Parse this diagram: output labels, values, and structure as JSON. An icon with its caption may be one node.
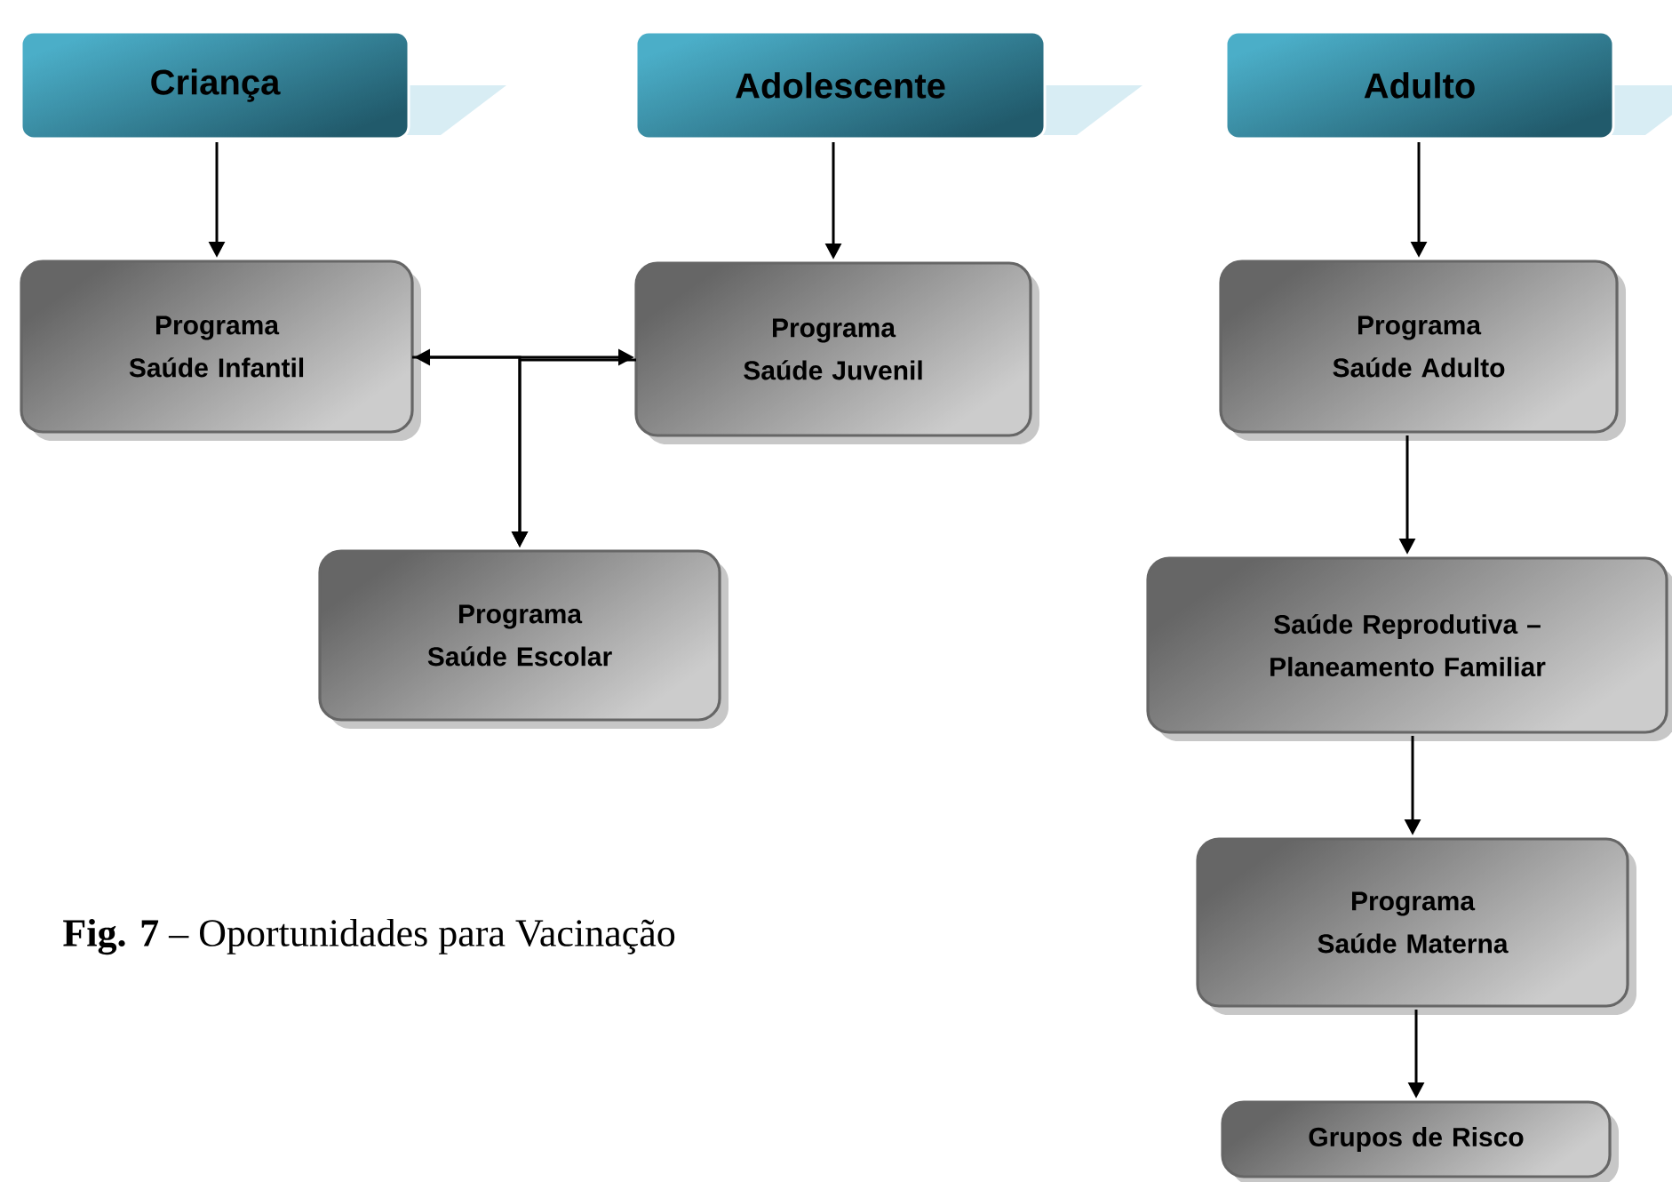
{
  "diagram": {
    "caption": "**Fig. 7** – Oportunidades para Vacinação",
    "nodes": [
      {
        "text": [
          "Criança"
        ]
      },
      {
        "text": [
          "Adolescente"
        ]
      },
      {
        "text": [
          "Adulto"
        ]
      },
      {
        "text": [
          "Programa Saúde Infantil"
        ]
      },
      {
        "text": [
          "Programa Saúde Juvenil"
        ]
      },
      {
        "text": [
          "Programa Saúde Escolar"
        ]
      },
      {
        "text": [
          "Programa Saúde Adulto"
        ]
      },
      {
        "text": [
          "Saúde Reprodutiva – Planeamento Familiar"
        ]
      },
      {
        "text": [
          "Programa Saúde Materna"
        ]
      },
      {
        "text": [
          "Grupos de Risco"
        ]
      }
    ],
    "edges": [
      {
        "from": 0,
        "to": 3,
        "arrow": "to"
      },
      {
        "from": 1,
        "to": 4,
        "arrow": "to"
      },
      {
        "from": 2,
        "to": 6,
        "arrow": "to"
      },
      {
        "from": 3,
        "to": 4,
        "arrow": "both"
      },
      {
        "from": 3,
        "to": 5,
        "arrow": "to"
      },
      {
        "from": 4,
        "to": 5,
        "arrow": "to"
      },
      {
        "from": 6,
        "to": 7,
        "arrow": "to"
      },
      {
        "from": 7,
        "to": 8,
        "arrow": "to"
      },
      {
        "from": 8,
        "to": 9,
        "arrow": "to"
      }
    ]
  }
}
